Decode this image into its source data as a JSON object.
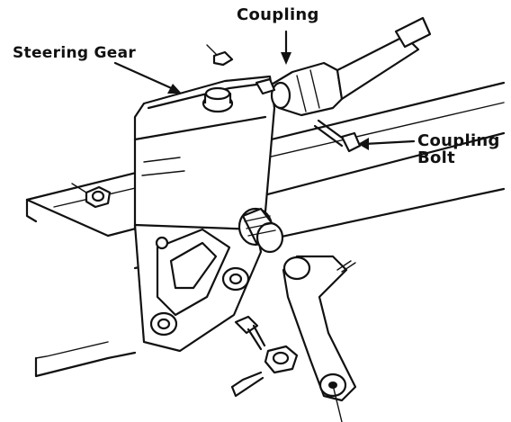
{
  "labels": {
    "steering_gear": "Steering Gear",
    "coupling": "Coupling",
    "coupling_bolt_line1": "Coupling",
    "coupling_bolt_line2": "Bolt"
  }
}
